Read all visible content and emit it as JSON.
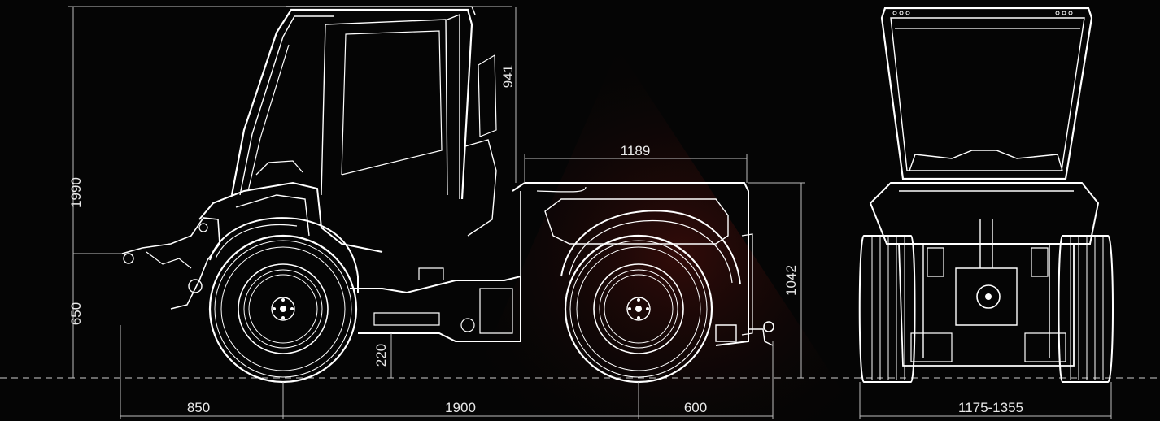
{
  "dimensions": {
    "total_height": "1990",
    "hitch_height": "650",
    "cab_height": "941",
    "platform_length": "1189",
    "platform_height": "1042",
    "ground_clearance": "220",
    "front_overhang": "850",
    "wheelbase": "1900",
    "rear_overhang": "600",
    "track_width": "1175-1355"
  },
  "colors": {
    "background": "#050505",
    "line": "#ffffff",
    "dimension": "#bdbdbd",
    "glow": "#5a1410"
  }
}
